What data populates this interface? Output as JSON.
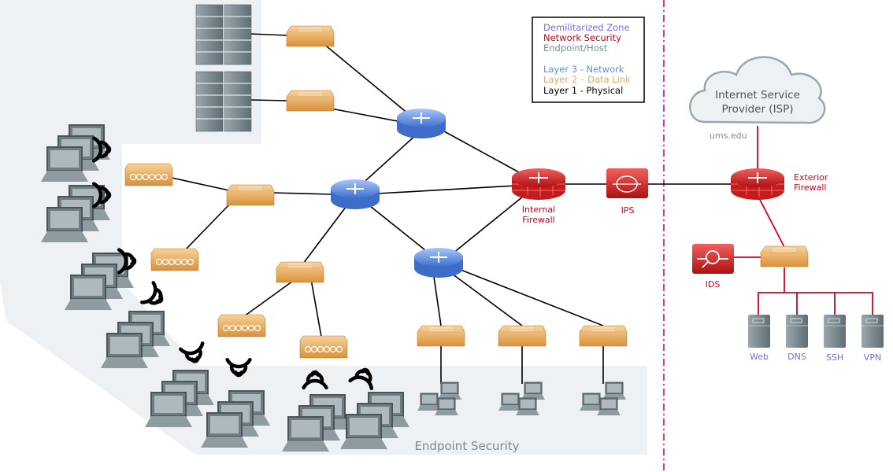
{
  "legend": {
    "items": [
      {
        "label": "Demilitarized Zone",
        "color": "#7b68ee"
      },
      {
        "label": "Network Security",
        "color": "#d0021b"
      },
      {
        "label": "Endpoint/Host",
        "color": "#7f8c8d"
      },
      {
        "label": "Layer 3 - Network",
        "color": "#5b8def"
      },
      {
        "label": "Layer 2 – Data Link",
        "color": "#f5a35c"
      },
      {
        "label": "Layer 1 - Physical",
        "color": "#000000"
      }
    ]
  },
  "nodes": {
    "isp": {
      "line1": "Internet Service",
      "line2": "Provider (ISP)",
      "domain": "ums.edu"
    },
    "exterior_firewall": {
      "line1": "Exterior",
      "line2": "Firewall"
    },
    "internal_firewall": {
      "line1": "Internal",
      "line2": "Firewall"
    },
    "ips": "IPS",
    "ids": "IDS",
    "dmz_servers": [
      "Web",
      "DNS",
      "SSH",
      "VPN"
    ]
  },
  "zones": {
    "endpoint_security": "Endpoint Security"
  },
  "colors": {
    "security": "#d0021b",
    "dmz": "#7b68ee",
    "divider": "#e0338a",
    "zone_bg": "#eef1f3"
  }
}
